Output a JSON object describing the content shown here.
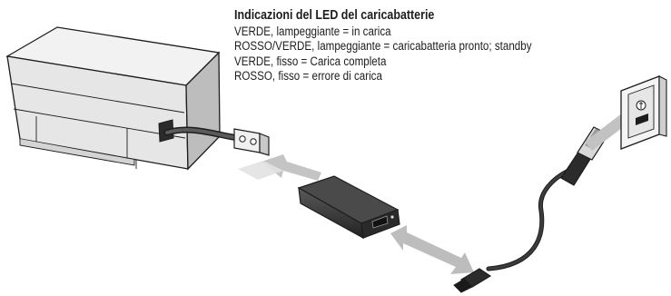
{
  "legend": {
    "title": "Indicazioni del LED del caricabatterie",
    "lines": [
      "VERDE, lampeggiante = in carica",
      "ROSSO/VERDE, lampeggiante = caricabatteria pronto; standby",
      "VERDE, fisso = Carica completa",
      "ROSSO, fisso = errore di carica"
    ]
  },
  "colors": {
    "outline": "#1d1d1b",
    "battery_light": "#efefef",
    "battery_mid": "#d9d9d9",
    "battery_dark": "#a9a9a9",
    "charger_body": "#3a3a3a",
    "arrow": "#c6c6c6",
    "socket": "#e3e3e3"
  },
  "icons": {
    "battery": "battery-pack-icon",
    "charger": "charger-icon",
    "socket": "usb-wall-socket-icon",
    "cable": "usb-cable-icon"
  }
}
